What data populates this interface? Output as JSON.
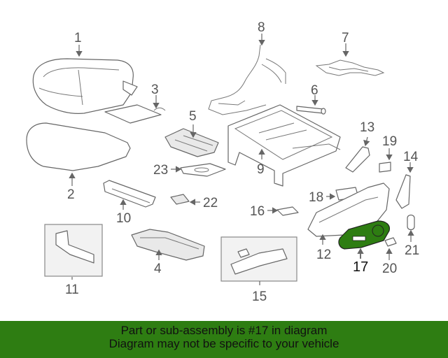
{
  "diagram": {
    "callouts": [
      "1",
      "2",
      "3",
      "4",
      "5",
      "6",
      "7",
      "8",
      "9",
      "10",
      "11",
      "12",
      "13",
      "14",
      "15",
      "16",
      "17",
      "18",
      "19",
      "20",
      "21",
      "22",
      "23"
    ],
    "highlight_color": "#2e7d12"
  },
  "banner": {
    "line1": "Part or sub-assembly is #17 in diagram",
    "line2": "Diagram may not be specific to your vehicle",
    "color": "#2e7d12"
  }
}
